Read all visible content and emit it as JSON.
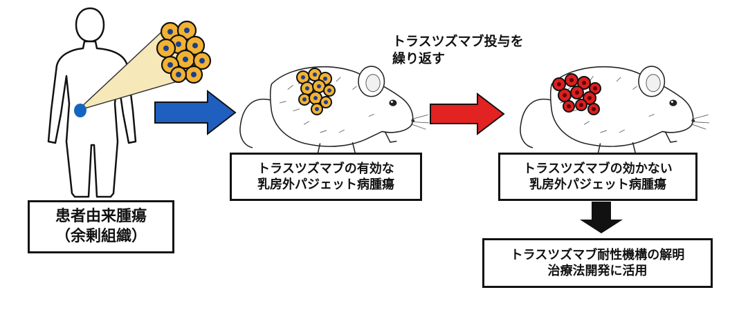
{
  "boxes": {
    "patient_tumor": {
      "line1": "患者由来腫瘍",
      "line2": "（余剰組織）"
    },
    "effective": {
      "line1": "トラスツズマブの有効な",
      "line2": "乳房外パジェット病腫瘍"
    },
    "ineffective": {
      "line1": "トラスツズマブの効かない",
      "line2": "乳房外パジェット病腫瘍"
    },
    "outcome": {
      "line1": "トラスツズマブ耐性機構の解明",
      "line2": "治療法開発に活用"
    }
  },
  "annotation": {
    "line1": "トラスツズマブ投与を",
    "line2": "繰り返す"
  },
  "colors": {
    "arrow_blue": "#1f5fbf",
    "arrow_red": "#e32222",
    "arrow_black": "#111111",
    "cell_yellow": "#f2b233",
    "cell_red": "#dd1f1f",
    "nucleus_blue": "#1c3f8c",
    "tumor_site_blue": "#1565c0",
    "zoom_cone": "#f6e8b8"
  },
  "icons": [
    "human-figure-icon",
    "mouse-icon",
    "cell-cluster-icon",
    "right-arrow-icon",
    "down-arrow-icon"
  ]
}
